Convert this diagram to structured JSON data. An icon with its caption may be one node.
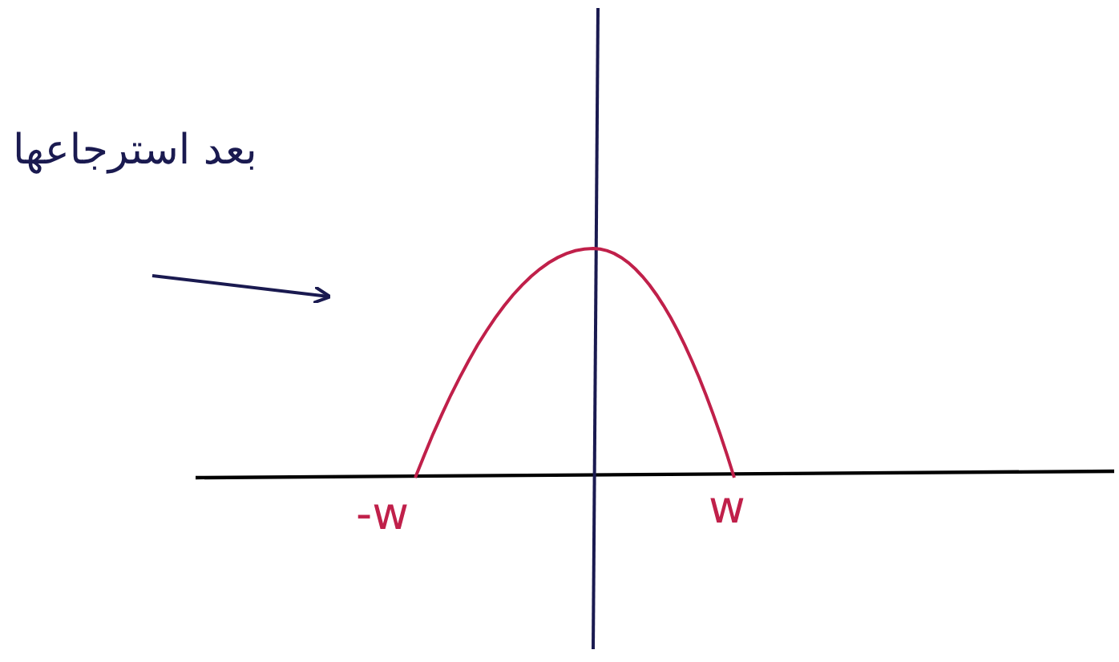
{
  "diagram": {
    "nodes": [
      {
        "text": [],
        "shape": "curve"
      }
    ],
    "labels": [
      "بعد استرجاعها",
      "-w",
      "w"
    ]
  }
}
